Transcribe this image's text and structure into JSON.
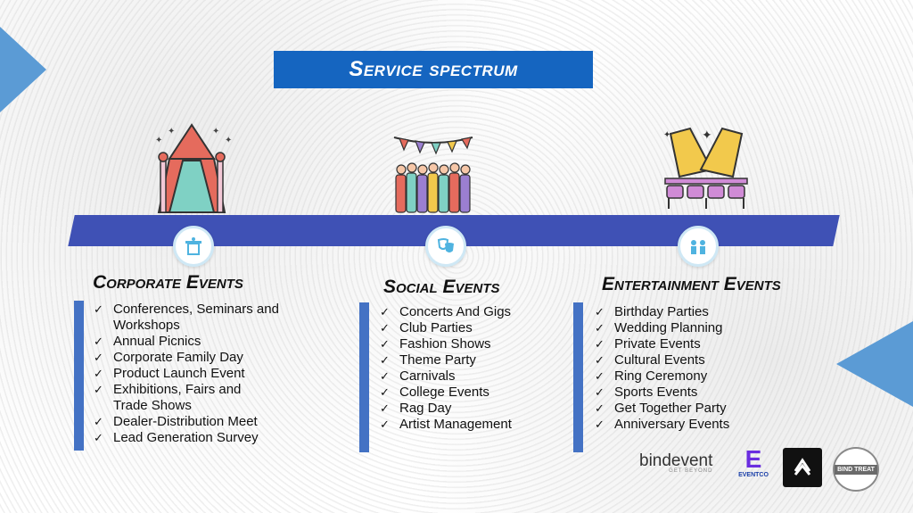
{
  "title": "Service spectrum",
  "colors": {
    "accent": "#1565c0",
    "band": "#3f51b5",
    "bar": "#4472c4",
    "triangle": "#5b9bd5"
  },
  "sections": [
    {
      "title": "Corporate Events",
      "icon": "podium-icon",
      "items": [
        "Conferences, Seminars and Workshops",
        "Annual Picnics",
        "Corporate Family Day",
        "Product Launch Event",
        "Exhibitions, Fairs and Trade Shows",
        "Dealer-Distribution Meet",
        "Lead Generation Survey"
      ]
    },
    {
      "title": "Social Events",
      "icon": "theater-masks-icon",
      "items": [
        "Concerts And Gigs",
        "Club Parties",
        "Fashion Shows",
        "Theme Party",
        "Carnivals",
        "College Events",
        "Rag Day",
        "Artist Management"
      ]
    },
    {
      "title": "Entertainment Events",
      "icon": "audience-icon",
      "items": [
        "Birthday Parties",
        "Wedding Planning",
        "Private Events",
        "Cultural Events",
        "Ring Ceremony",
        "Sports Events",
        "Get Together Party",
        "Anniversary Events"
      ]
    }
  ],
  "logos": {
    "bindevent": "bindevent",
    "bindevent_tagline": "GET BEYOND",
    "eventco": "EVENTCO",
    "bindtreat": "BIND TREAT"
  }
}
